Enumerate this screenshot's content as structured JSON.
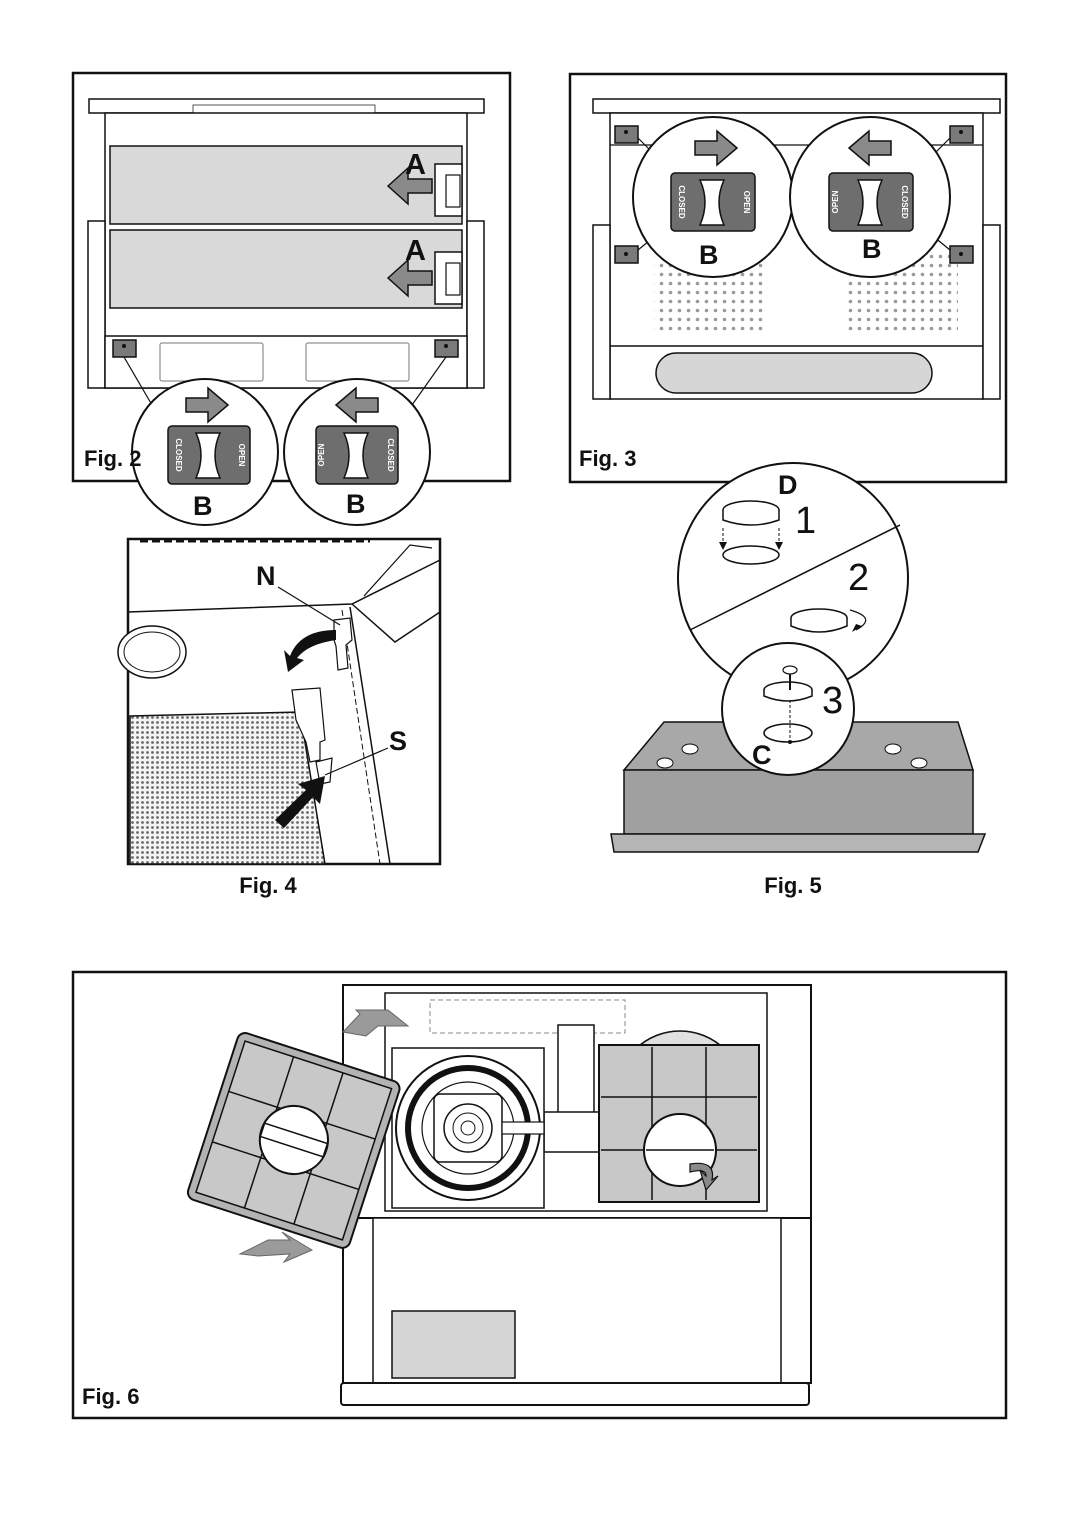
{
  "figures": [
    {
      "caption": "Fig. 2",
      "callouts": [
        "A",
        "A",
        "B",
        "B"
      ]
    },
    {
      "caption": "Fig. 3",
      "callouts": [
        "B",
        "B"
      ]
    },
    {
      "caption": "Fig. 4",
      "callouts": [
        "N",
        "S"
      ]
    },
    {
      "caption": "Fig. 5",
      "callouts": [
        "D",
        "C"
      ],
      "steps": [
        "1",
        "2",
        "3"
      ]
    },
    {
      "caption": "Fig. 6"
    }
  ],
  "switch_labels": {
    "closed": "CLOSED",
    "open": "OPEN"
  },
  "icons": [
    "arrow-right-icon",
    "arrow-left-icon",
    "curved-arrow-icon",
    "push-arrow-icon",
    "rotate-arrow-icon",
    "screw-icon"
  ],
  "colors": {
    "line": "#111111",
    "panel": "#d9d9d9",
    "filter": "#c8c8c8",
    "arrow": "#8a8a8a",
    "switch": "#6e6e6e"
  }
}
